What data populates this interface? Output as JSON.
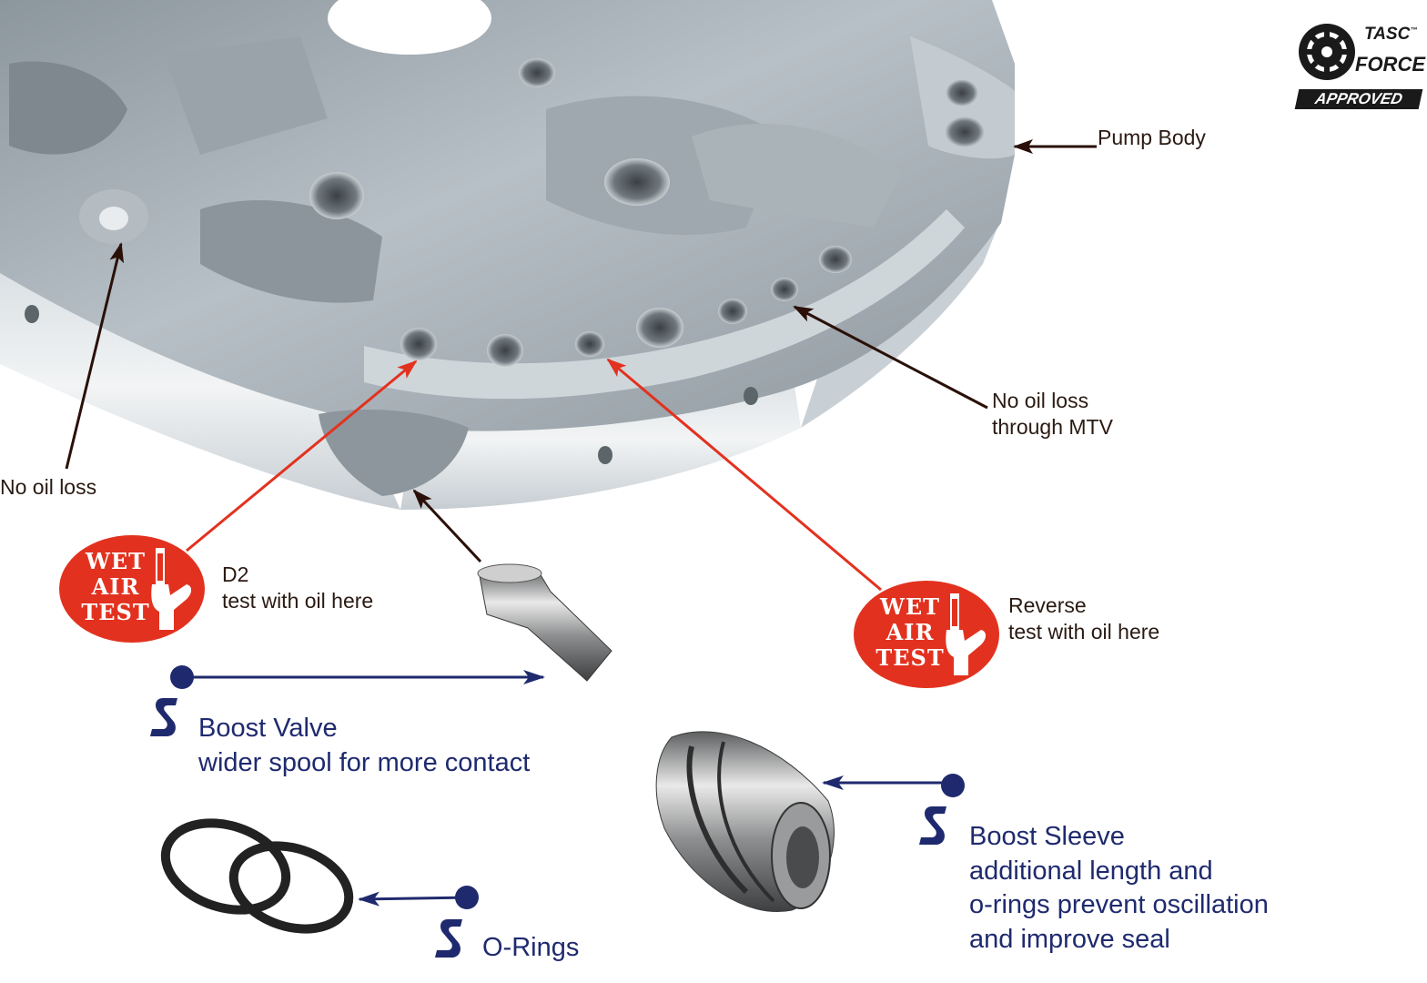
{
  "labels": {
    "pump_body": "Pump Body",
    "no_oil_loss_mtv": [
      "No oil loss",
      "through MTV"
    ],
    "no_oil_loss": "No oil loss",
    "d2": [
      "D2",
      "test with oil here"
    ],
    "reverse": [
      "Reverse",
      "test with oil here"
    ],
    "boost_valve": [
      "Boost Valve",
      "wider spool for more contact"
    ],
    "boost_sleeve": [
      "Boost Sleeve",
      "additional length and",
      "o-rings prevent oscillation",
      "and improve seal"
    ],
    "o_rings": "O-Rings"
  },
  "badge": {
    "line1": "WET",
    "line2": "AIR",
    "line3": "TEST"
  },
  "logo": {
    "line1": "TASC",
    "tm": "™",
    "line2": "FORCE",
    "line3": "APPROVED"
  },
  "colors": {
    "test_red": "#e2321f",
    "navy": "#1f2a6e",
    "dark_arrow": "#2a1008",
    "casting": "#a9b2b8"
  },
  "icons": {
    "wet_air_test": "air-nozzle-hand-icon",
    "sonnax_mark": "s-mark-icon",
    "logo_gear": "gear-icon"
  }
}
